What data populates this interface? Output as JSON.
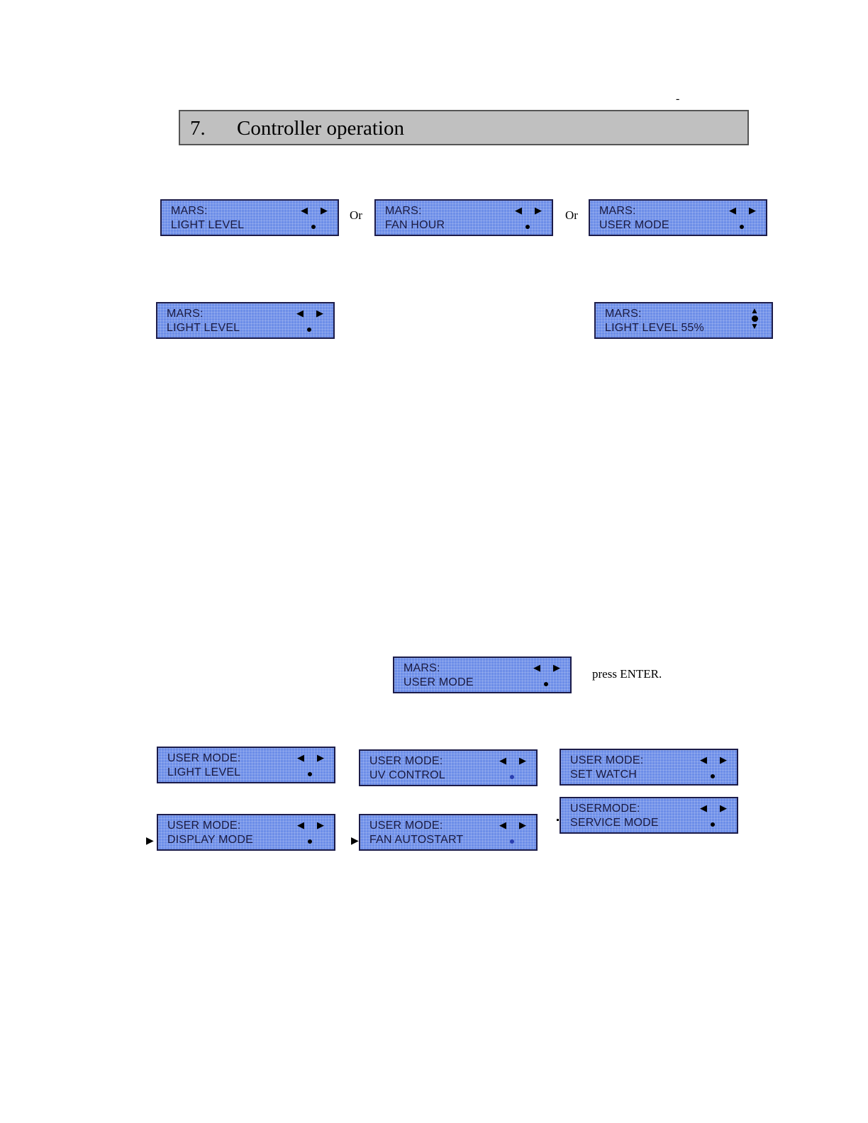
{
  "header": {
    "dash": "-",
    "number": "7.",
    "title": "Controller operation"
  },
  "glyphs": {
    "left": "◀",
    "right": "▶",
    "up": "▲",
    "down": "▼",
    "pointer": "▶"
  },
  "main_menu": {
    "displays": [
      {
        "line1": "MARS:",
        "line2": "LIGHT LEVEL"
      },
      {
        "line1": "MARS:",
        "line2": "FAN HOUR"
      },
      {
        "line1": "MARS:",
        "line2": "USER MODE"
      }
    ],
    "separator": "Or"
  },
  "light_level": {
    "menu": {
      "line1": "MARS:",
      "line2": "LIGHT LEVEL"
    },
    "adjust": {
      "line1": "MARS:",
      "line2": "LIGHT LEVEL 55%"
    }
  },
  "user_mode_entry": {
    "display": {
      "line1": "MARS:",
      "line2": "USER MODE"
    },
    "note": "press ENTER."
  },
  "user_mode_menu": [
    {
      "line1": "USER MODE:",
      "line2": "LIGHT LEVEL"
    },
    {
      "line1": "USER MODE:",
      "line2": "UV CONTROL"
    },
    {
      "line1": "USER MODE:",
      "line2": "SET WATCH"
    },
    {
      "line1": "USER MODE:",
      "line2": "DISPLAY MODE"
    },
    {
      "line1": "USER MODE:",
      "line2": "FAN AUTOSTART"
    },
    {
      "line1": "USERMODE:",
      "line2": "SERVICE MODE"
    }
  ]
}
